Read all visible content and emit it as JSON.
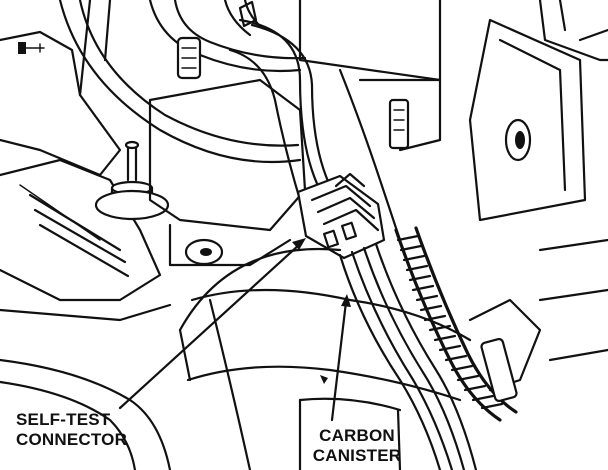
{
  "labels": {
    "self_test_connector": {
      "line1": "SELF-TEST",
      "line2": "CONNECTOR"
    },
    "carbon_canister": {
      "line1": "CARBON",
      "line2": "CANISTER"
    }
  },
  "colors": {
    "ink": "#111111",
    "paper": "#ffffff"
  }
}
